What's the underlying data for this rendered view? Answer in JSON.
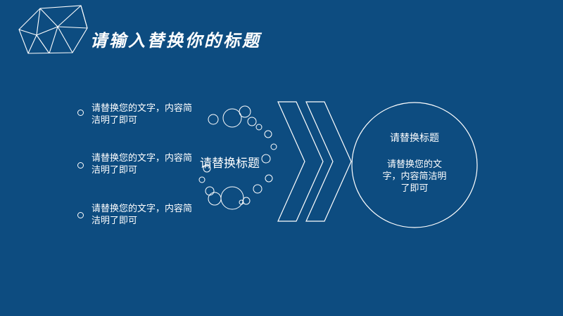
{
  "slide": {
    "title": "请输入替换你的标题",
    "items": [
      {
        "text": "请替换您的文字，内容简洁明了即可"
      },
      {
        "text": "请替换您的文字，内容简洁明了即可"
      },
      {
        "text": "请替换您的文字，内容简洁明了即可"
      }
    ],
    "center_label": "请替换标题",
    "circle": {
      "title": "请替换标题",
      "body": "请替换您的文字，内容简洁明了即可"
    }
  },
  "colors": {
    "background": "#0d4c80",
    "line": "#ffffff",
    "text": "#ffffff"
  }
}
